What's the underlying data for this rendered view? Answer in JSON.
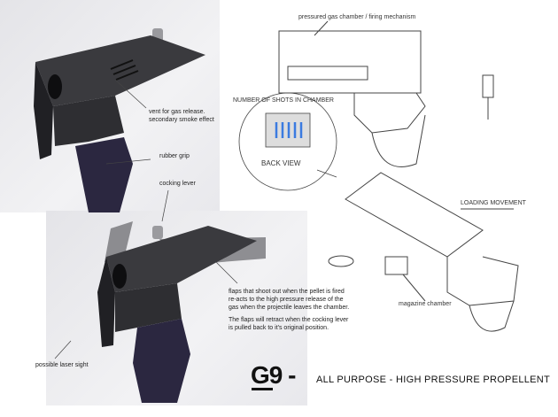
{
  "render_labels": {
    "vent": "vent for gas release.",
    "vent2": "secondary smoke effect",
    "grip": "rubber grip",
    "cocking": "cocking lever",
    "flaps1": "flaps that shoot out when the pellet is fired",
    "flaps2": "re-acts to the high pressure release of the",
    "flaps3": "gas when the projectile leaves the chamber.",
    "flaps4": "The flaps will retract when the cocking lever",
    "flaps5": "is pulled back to it's original position.",
    "laser": "possible laser sight"
  },
  "sketch_labels": {
    "chamber": "pressured gas chamber / firing mechanism",
    "shots": "NUMBER OF SHOTS IN CHAMBER",
    "back": "BACK VIEW",
    "loading": "LOADING MOVEMENT",
    "magazine": "magazine chamber"
  },
  "title": "G9 -",
  "subtitle": "ALL PURPOSE - HIGH PRESSURE  PROPELLENT",
  "colors": {
    "panel": "#ececf0",
    "gun": "#2a2a2e",
    "grip": "#2c2840",
    "indicator": "#3b7be0"
  }
}
